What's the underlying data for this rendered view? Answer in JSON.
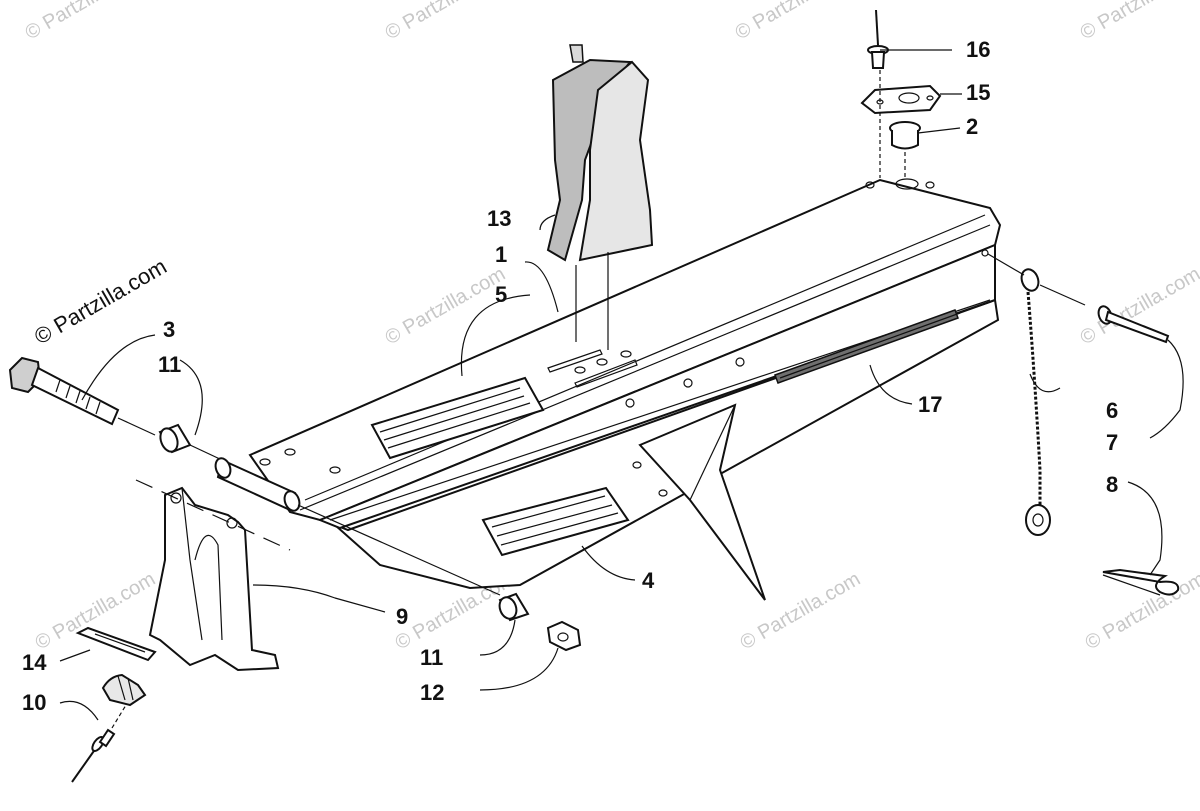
{
  "watermark": "© Partzilla.com",
  "callouts": {
    "c1": "1",
    "c2": "2",
    "c3": "3",
    "c4": "4",
    "c5": "5",
    "c6": "6",
    "c7": "7",
    "c8": "8",
    "c9": "9",
    "c10": "10",
    "c11a": "11",
    "c11b": "11",
    "c12": "12",
    "c13": "13",
    "c14": "14",
    "c15": "15",
    "c16": "16",
    "c17": "17"
  }
}
